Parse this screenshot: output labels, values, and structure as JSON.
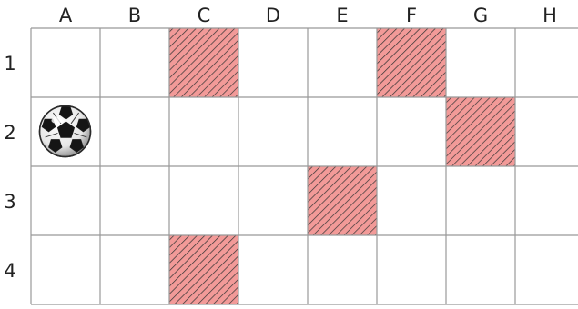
{
  "columns": [
    "A",
    "B",
    "C",
    "D",
    "E",
    "F",
    "G",
    "H"
  ],
  "rows": [
    "1",
    "2",
    "3",
    "4"
  ],
  "hatched_cells": [
    "C1",
    "F1",
    "G2",
    "E3",
    "C4"
  ],
  "ball": {
    "cell": "A2",
    "icon": "soccer-ball-icon"
  },
  "colors": {
    "grid_line": "#999999",
    "hatch_fill": "#f29a98",
    "hatch_line": "#333333",
    "label_text": "#222222"
  }
}
